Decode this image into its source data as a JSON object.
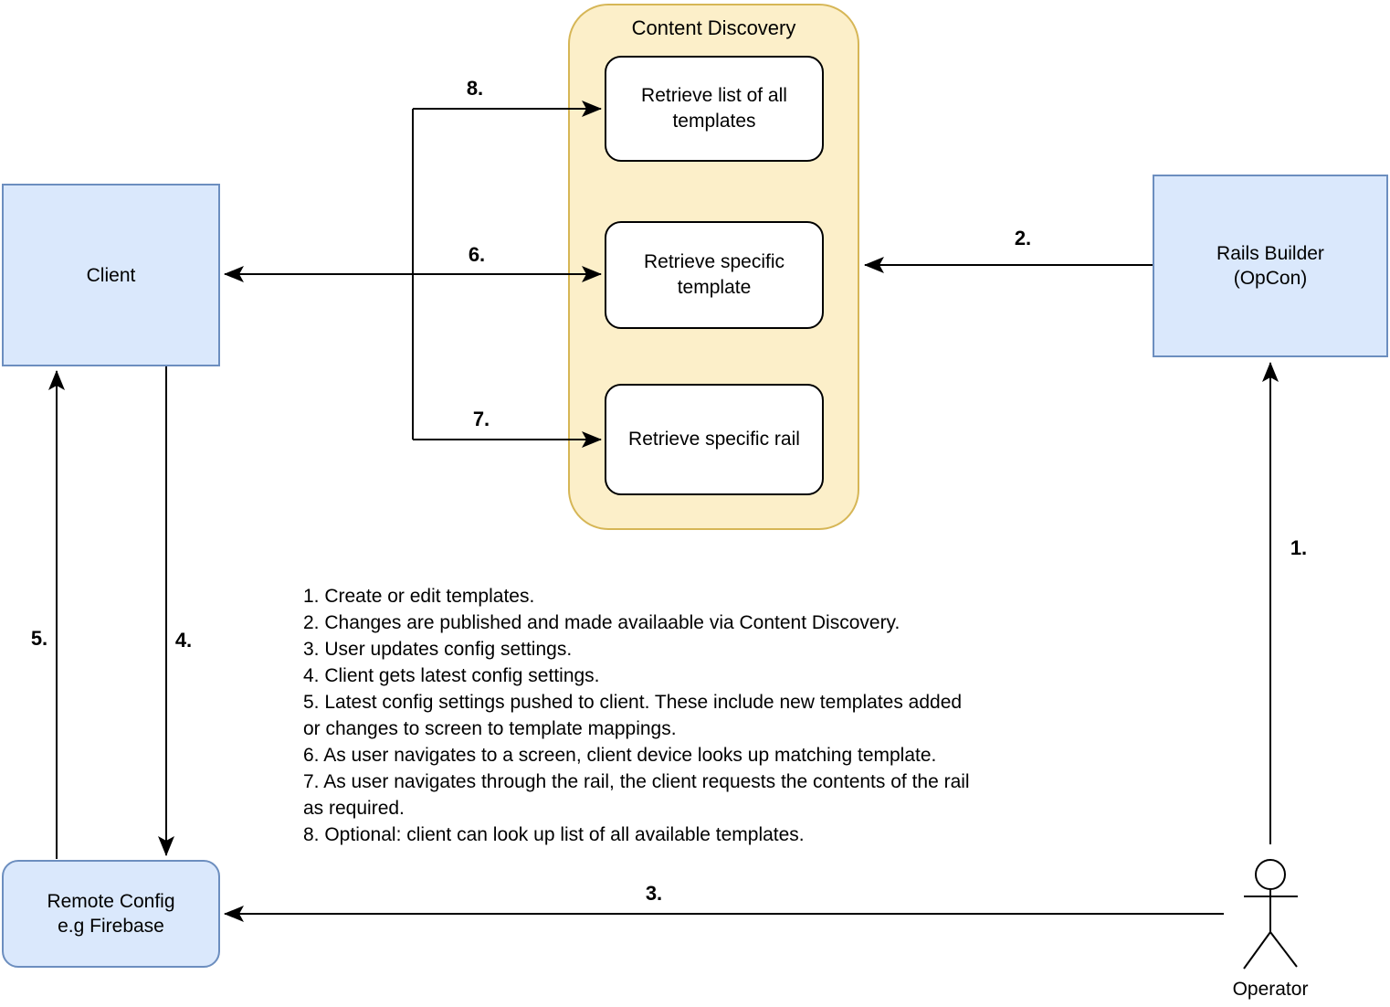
{
  "colors": {
    "node_fill": "#DAE8FC",
    "node_stroke": "#6C8EBF",
    "container_fill": "#FCEFC9",
    "container_stroke": "#D6B656",
    "inner_fill": "#FFFFFF",
    "inner_stroke": "#000000",
    "line_color": "#000000",
    "text_color": "#000000"
  },
  "nodes": {
    "client": {
      "label": "Client"
    },
    "rails_builder": {
      "line1": "Rails Builder",
      "line2": "(OpCon)"
    },
    "remote_config": {
      "line1": "Remote Config",
      "line2": "e.g Firebase"
    },
    "operator": {
      "label": "Operator"
    },
    "content_discovery": {
      "title": "Content Discovery",
      "items": [
        "Retrieve list of all templates",
        "Retrieve specific template",
        "Retrieve specific rail"
      ]
    }
  },
  "arrow_labels": {
    "a1": "1.",
    "a2": "2.",
    "a3": "3.",
    "a4": "4.",
    "a5": "5.",
    "a6": "6.",
    "a7": "7.",
    "a8": "8."
  },
  "notes": [
    "1. Create or edit templates.",
    "2. Changes are published and made availaable via Content Discovery.",
    "3. User updates config settings.",
    "4. Client gets latest config settings.",
    "5. Latest config settings pushed to client. These include new templates added",
    "or changes to screen to template mappings.",
    "6. As user navigates to a screen, client device looks up matching template.",
    "7. As user navigates through the rail, the client requests the contents of the rail",
    "as required.",
    "8. Optional: client can look up list of all available templates."
  ]
}
